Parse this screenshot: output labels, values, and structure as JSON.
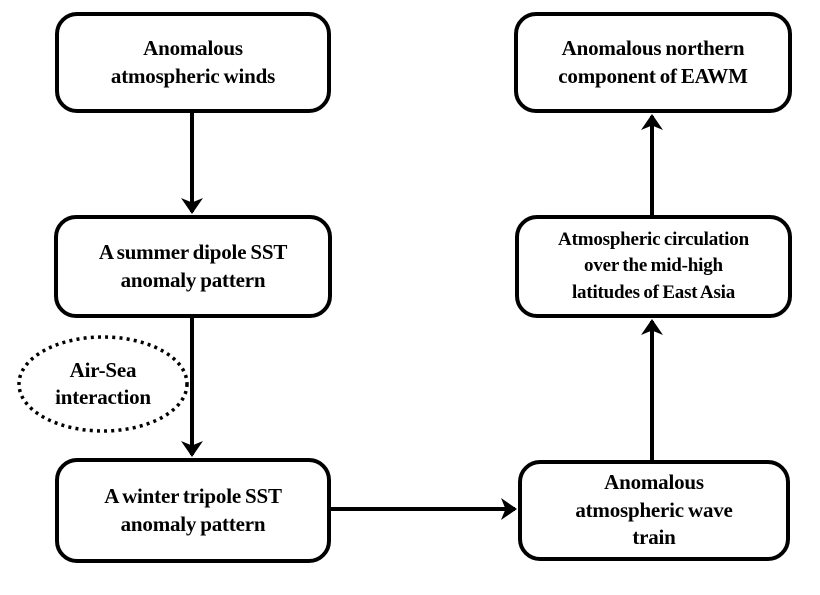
{
  "diagram": {
    "background_color": "#ffffff",
    "stroke_color": "#000000",
    "nodes": {
      "anomalous_winds": {
        "label": "Anomalous\natmospheric winds",
        "shape": "rounded-rect"
      },
      "summer_dipole": {
        "label": "A summer dipole SST\nanomaly pattern",
        "shape": "rounded-rect"
      },
      "air_sea_interaction": {
        "label": "Air-Sea\ninteraction",
        "shape": "dotted-ellipse"
      },
      "winter_tripole": {
        "label": "A winter tripole SST\nanomaly pattern",
        "shape": "rounded-rect"
      },
      "eawm_northern": {
        "label": "Anomalous northern\ncomponent of EAWM",
        "shape": "rounded-rect"
      },
      "mid_high_circulation": {
        "label": "Atmospheric circulation\nover the mid-high\nlatitudes of East Asia",
        "shape": "rounded-rect"
      },
      "wave_train": {
        "label": "Anomalous\natmospheric wave\ntrain",
        "shape": "rounded-rect"
      }
    },
    "edges": [
      {
        "from": "anomalous_winds",
        "to": "summer_dipole",
        "direction": "down"
      },
      {
        "from": "summer_dipole",
        "to": "winter_tripole",
        "direction": "down",
        "annotation": "air_sea_interaction"
      },
      {
        "from": "winter_tripole",
        "to": "wave_train",
        "direction": "right"
      },
      {
        "from": "wave_train",
        "to": "mid_high_circulation",
        "direction": "up"
      },
      {
        "from": "mid_high_circulation",
        "to": "eawm_northern",
        "direction": "up"
      }
    ]
  }
}
